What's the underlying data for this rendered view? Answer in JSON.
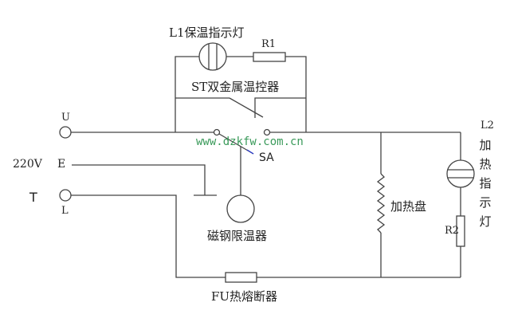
{
  "labels": {
    "l1": "L1保温指示灯",
    "r1": "R1",
    "st": "ST双金属温控器",
    "u": "U",
    "e": "E",
    "l": "L",
    "voltage": "220V",
    "t": "T",
    "sa": "SA",
    "magnet": "磁钢限温器",
    "fuse": "FU热熔断器",
    "heater": "加热盘",
    "r2": "R2",
    "l2": "L2",
    "l2_chars": [
      "加",
      "热",
      "指",
      "示",
      "灯"
    ]
  },
  "watermark": "www.dzkfw.com.cn",
  "colors": {
    "line": "#444444",
    "watermark": "#3a9a5a",
    "arrow": "#2233cc"
  }
}
